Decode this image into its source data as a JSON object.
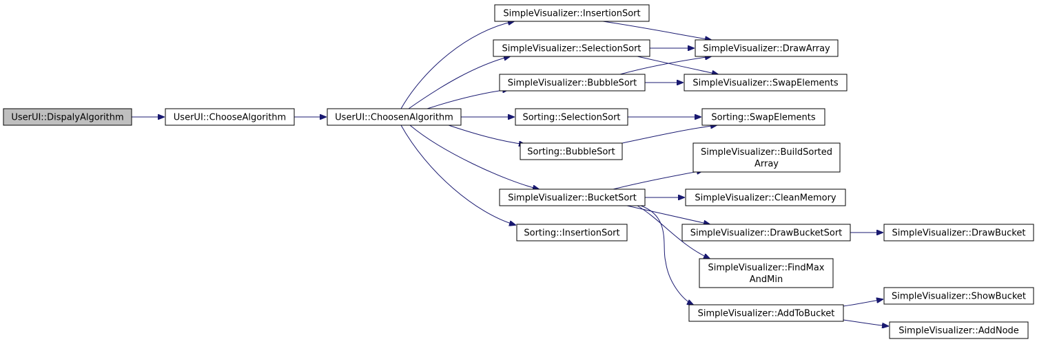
{
  "graph": {
    "edge_color": "#191970",
    "root_fill": "#bfbfbf",
    "nodes": {
      "dispaly": {
        "lines": [
          "UserUI::DispalyAlgorithm"
        ],
        "root": true
      },
      "choose": {
        "lines": [
          "UserUI::ChooseAlgorithm"
        ]
      },
      "choosen": {
        "lines": [
          "UserUI::ChoosenAlgorithm"
        ]
      },
      "sv_insertion": {
        "lines": [
          "SimpleVisualizer::InsertionSort"
        ]
      },
      "sv_selection": {
        "lines": [
          "SimpleVisualizer::SelectionSort"
        ]
      },
      "sv_bubble": {
        "lines": [
          "SimpleVisualizer::BubbleSort"
        ]
      },
      "s_selection": {
        "lines": [
          "Sorting::SelectionSort"
        ]
      },
      "s_bubble": {
        "lines": [
          "Sorting::BubbleSort"
        ]
      },
      "sv_bucket": {
        "lines": [
          "SimpleVisualizer::BucketSort"
        ]
      },
      "s_insertion": {
        "lines": [
          "Sorting::InsertionSort"
        ]
      },
      "sv_drawarray": {
        "lines": [
          "SimpleVisualizer::DrawArray"
        ]
      },
      "sv_swap": {
        "lines": [
          "SimpleVisualizer::SwapElements"
        ]
      },
      "s_swap": {
        "lines": [
          "Sorting::SwapElements"
        ]
      },
      "sv_buildsorted": {
        "lines": [
          "SimpleVisualizer::BuildSorted",
          "Array"
        ]
      },
      "sv_cleanmem": {
        "lines": [
          "SimpleVisualizer::CleanMemory"
        ]
      },
      "sv_drawbucketsort": {
        "lines": [
          "SimpleVisualizer::DrawBucketSort"
        ]
      },
      "sv_findmax": {
        "lines": [
          "SimpleVisualizer::FindMax",
          "AndMin"
        ]
      },
      "sv_addtobucket": {
        "lines": [
          "SimpleVisualizer::AddToBucket"
        ]
      },
      "sv_drawbucket": {
        "lines": [
          "SimpleVisualizer::DrawBucket"
        ]
      },
      "sv_showbucket": {
        "lines": [
          "SimpleVisualizer::ShowBucket"
        ]
      },
      "sv_addnode": {
        "lines": [
          "SimpleVisualizer::AddNode"
        ]
      }
    },
    "edges": [
      [
        "dispaly",
        "choose"
      ],
      [
        "choose",
        "choosen"
      ],
      [
        "choosen",
        "sv_insertion"
      ],
      [
        "choosen",
        "sv_selection"
      ],
      [
        "choosen",
        "sv_bubble"
      ],
      [
        "choosen",
        "s_selection"
      ],
      [
        "choosen",
        "s_bubble"
      ],
      [
        "choosen",
        "sv_bucket"
      ],
      [
        "choosen",
        "s_insertion"
      ],
      [
        "sv_insertion",
        "sv_drawarray"
      ],
      [
        "sv_selection",
        "sv_drawarray"
      ],
      [
        "sv_selection",
        "sv_swap"
      ],
      [
        "sv_bubble",
        "sv_drawarray"
      ],
      [
        "sv_bubble",
        "sv_swap"
      ],
      [
        "s_selection",
        "s_swap"
      ],
      [
        "s_bubble",
        "s_swap"
      ],
      [
        "sv_bucket",
        "sv_buildsorted"
      ],
      [
        "sv_bucket",
        "sv_cleanmem"
      ],
      [
        "sv_bucket",
        "sv_drawbucketsort"
      ],
      [
        "sv_bucket",
        "sv_findmax"
      ],
      [
        "sv_bucket",
        "sv_addtobucket"
      ],
      [
        "sv_drawbucketsort",
        "sv_drawbucket"
      ],
      [
        "sv_addtobucket",
        "sv_showbucket"
      ],
      [
        "sv_addtobucket",
        "sv_addnode"
      ]
    ]
  }
}
